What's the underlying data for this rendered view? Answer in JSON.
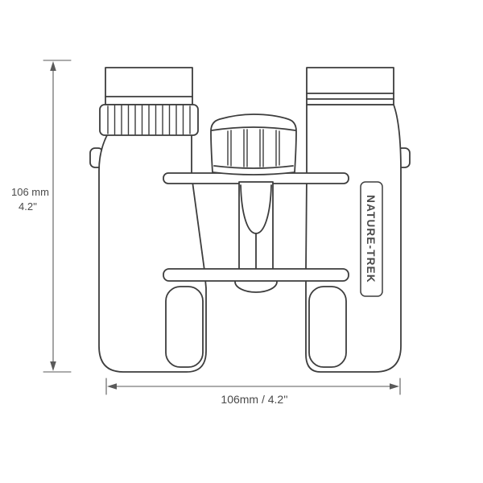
{
  "diagram": {
    "product_label": "NATURE-TREK",
    "height_dimension": {
      "mm": "106 mm",
      "inches": "4.2''"
    },
    "width_dimension": {
      "combined": "106mm / 4.2''"
    },
    "colors": {
      "line": "#3d3d3d",
      "dimension_line": "#5a5a5a",
      "text": "#4a4a4a",
      "background": "#ffffff"
    }
  }
}
